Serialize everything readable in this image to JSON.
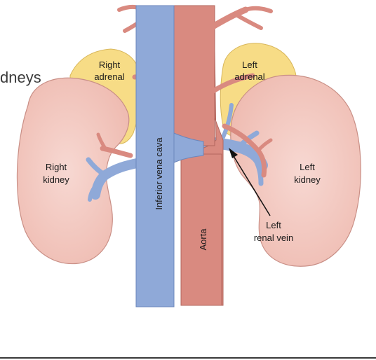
{
  "slide": {
    "partial_title": "dneys"
  },
  "labels": {
    "right_adrenal": [
      "Right",
      "adrenal"
    ],
    "left_adrenal": [
      "Left",
      "adrenal"
    ],
    "right_kidney": [
      "Right",
      "kidney"
    ],
    "left_kidney": [
      "Left",
      "kidney"
    ],
    "ivc": "Inferior vena cava",
    "aorta": "Aorta",
    "left_renal_vein": [
      "Left",
      "renal vein"
    ]
  },
  "colors": {
    "kidney": "#f4c8c0",
    "kidney_edge": "#c98f86",
    "adrenal": "#f7dc86",
    "vein": "#8fa9d8",
    "vein_edge": "#6b86bb",
    "artery": "#d98a80",
    "artery_edge": "#b2675e",
    "text": "#1a1a1a"
  }
}
